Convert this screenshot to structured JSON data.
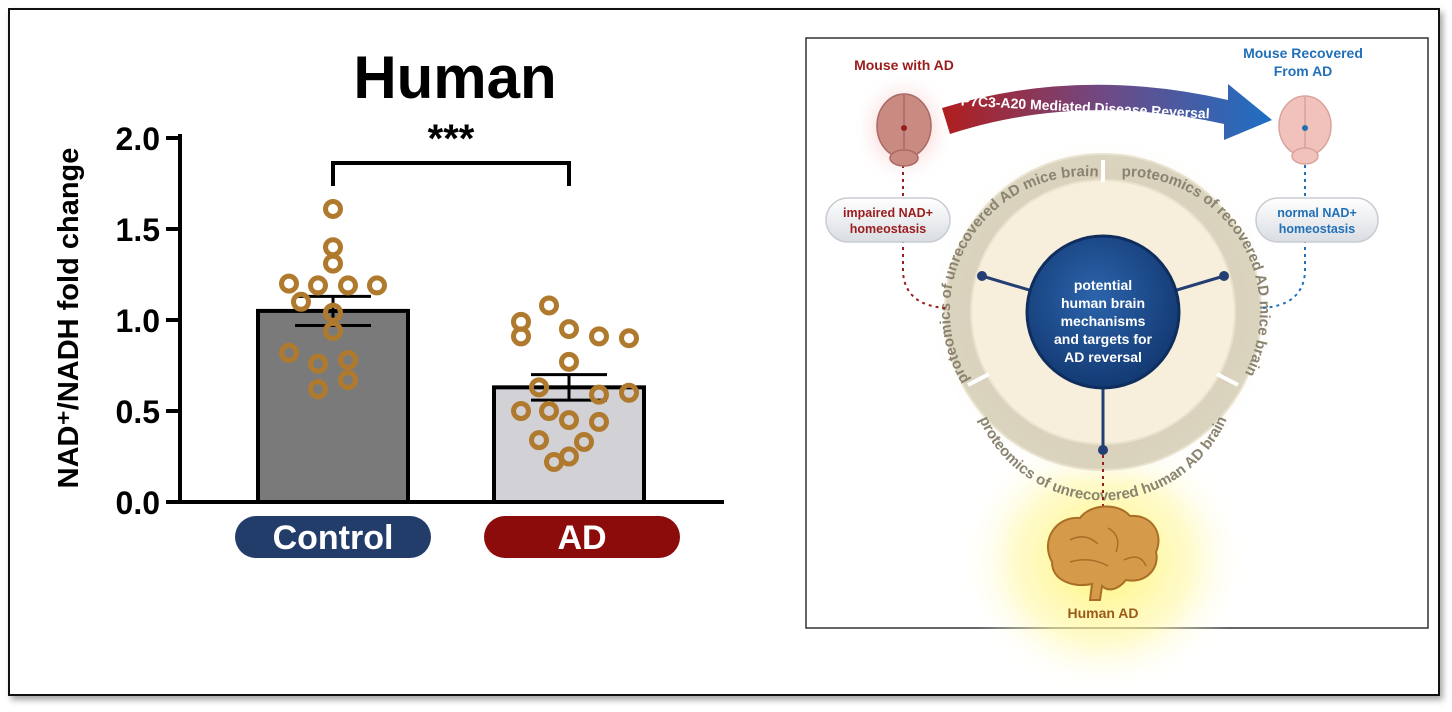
{
  "chart_data": {
    "type": "bar",
    "title": "Human",
    "ylabel": "NAD⁺/NADH fold change",
    "xlabel": "",
    "ylim": [
      0,
      2.0
    ],
    "yticks": [
      "0.0",
      "0.5",
      "1.0",
      "1.5",
      "2.0"
    ],
    "categories": [
      "Control",
      "AD"
    ],
    "values": [
      1.05,
      0.63
    ],
    "errors": [
      0.08,
      0.07
    ],
    "points": [
      [
        1.61,
        1.4,
        1.31,
        1.2,
        1.19,
        1.19,
        1.19,
        1.1,
        1.04,
        0.94,
        0.82,
        0.78,
        0.76,
        0.67,
        0.62
      ],
      [
        1.08,
        0.99,
        0.95,
        0.91,
        0.91,
        0.9,
        0.77,
        0.63,
        0.6,
        0.59,
        0.5,
        0.5,
        0.45,
        0.44,
        0.34,
        0.33,
        0.25,
        0.22
      ]
    ],
    "significance": "***",
    "colors": {
      "control_bar": "#7a7a7a",
      "ad_bar": "#d2d2d6",
      "points": "#b07a2e",
      "control_label": "#233d6b",
      "ad_label": "#8c0c0c"
    }
  },
  "diagram": {
    "mouse_ad_label": "Mouse with AD",
    "mouse_recovered_label_1": "Mouse Recovered",
    "mouse_recovered_label_2": "From AD",
    "arrow_label": "P7C3-A20 Mediated Disease Reversal",
    "impaired_1": "impaired NAD+",
    "impaired_2": "homeostasis",
    "normal_1": "normal NAD+",
    "normal_2": "homeostasis",
    "center_1": "potential",
    "center_2": "human brain",
    "center_3": "mechanisms",
    "center_4": "and targets for",
    "center_5": "AD reversal",
    "ring_left": "proteomics of unrecovered AD mice brain",
    "ring_right": "proteomics of recovered AD mice brain",
    "ring_bottom": "proteomics of unrecovered human AD brain",
    "human_label": "Human AD",
    "colors": {
      "red": "#9b1c1c",
      "blue": "#2270b8",
      "center": "#1f4f8f",
      "ring": "#d8d2c0",
      "gold": "#b07a2e"
    }
  }
}
